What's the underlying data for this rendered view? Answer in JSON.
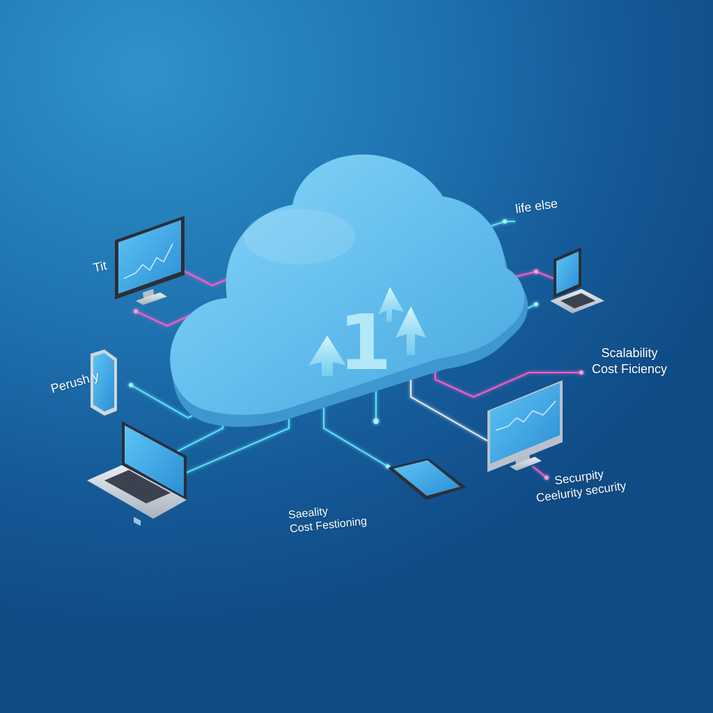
{
  "colors": {
    "background": "#1f73b0",
    "cloud": "#6cc4ee",
    "cloud_shadow": "#4aa6db",
    "arrow": "#b8ecf7",
    "line_cyan": "#5fe1f5",
    "line_pink": "#ff5fc8",
    "screen": "#3aa8e6"
  },
  "icons": {
    "cloud": "cloud-icon",
    "upload": "upload-arrows-icon",
    "desktop": "desktop-monitor-icon",
    "laptop": "laptop-icon",
    "tablet": "tablet-icon",
    "phone": "smartphone-icon"
  },
  "labels": {
    "top_left": "Tit",
    "top_right": "life else",
    "left_mid": "Perush y",
    "right_mid_line1": "Scalability",
    "right_mid_line2": "Cost Ficiency",
    "bottom_center_line1": "Saeality",
    "bottom_center_line2": "Cost Festioning",
    "bottom_right_line1": "Securpity",
    "bottom_right_line2": "Ceelurity security"
  },
  "cloud_digit": "1"
}
